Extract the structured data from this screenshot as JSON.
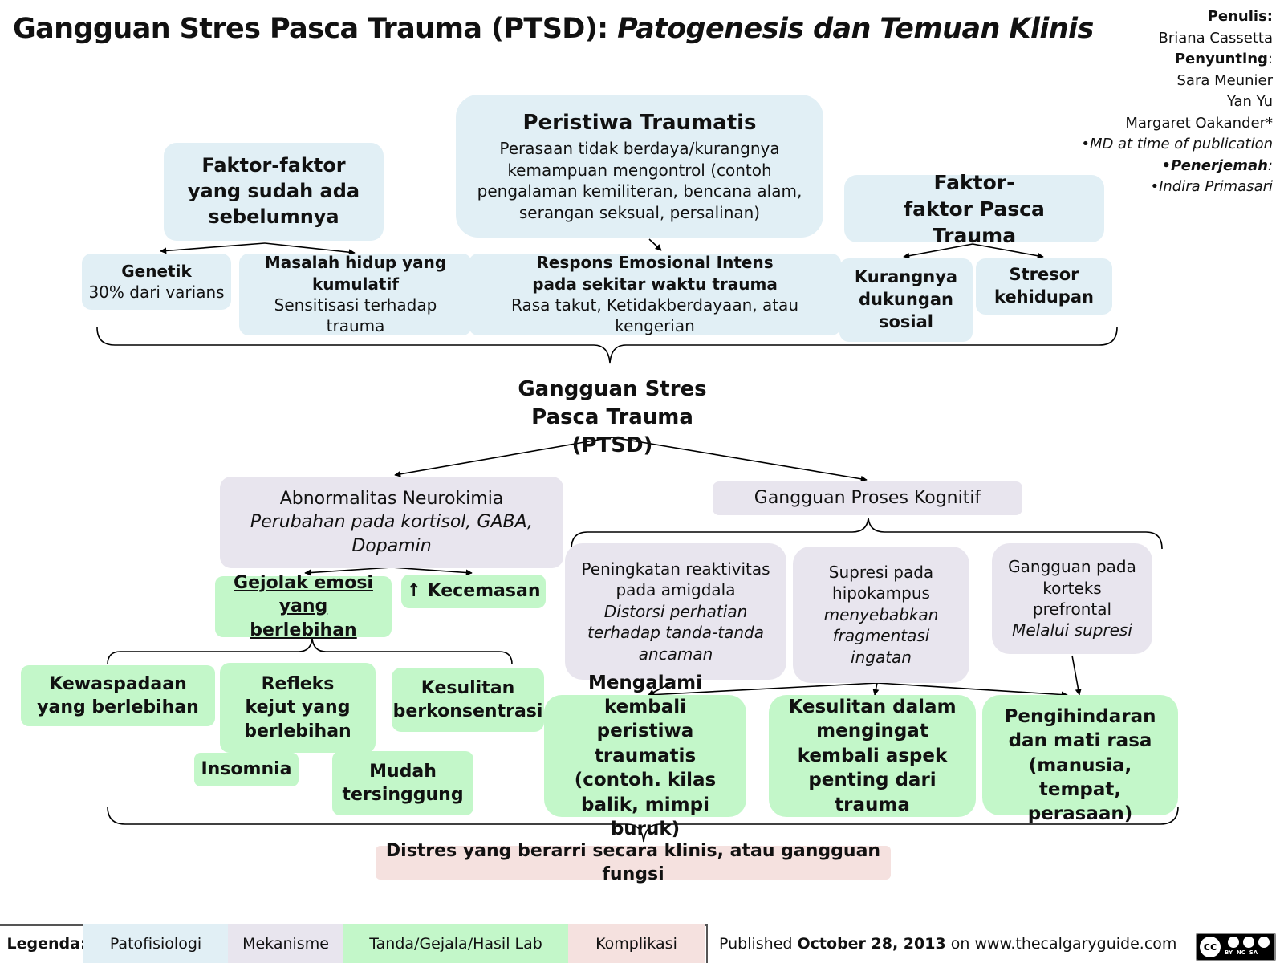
{
  "header": {
    "title_main": "Gangguan Stres Pasca Trauma (PTSD): ",
    "title_italic": "Patogenesis dan Temuan Klinis"
  },
  "credits": {
    "author_label": "Penulis:",
    "author": "Briana Cassetta",
    "editor_label": "Penyunting",
    "editor_colon": ":",
    "editors": [
      "Sara Meunier",
      "Yan Yu",
      "Margaret Oakander*"
    ],
    "md_note": "•MD at time of publication",
    "translator_label": "•Penerjemah",
    "translator_colon": ":",
    "translator": "•Indira Primasari"
  },
  "causes": {
    "preexisting": {
      "title": "Faktor-faktor yang sudah ada sebelumnya"
    },
    "genetic": {
      "title": "Genetik",
      "text": "30% dari varians"
    },
    "cumulative": {
      "title": "Masalah hidup yang kumulatif",
      "text": "Sensitisasi terhadap trauma"
    },
    "event": {
      "title": "Peristiwa Traumatis",
      "text": "Perasaan tidak berdaya/kurangnya kemampuan mengontrol (contoh pengalaman kemiliteran, bencana alam, serangan seksual, persalinan)"
    },
    "response": {
      "title": "Respons Emosional  Intens pada sekitar waktu trauma",
      "text": "Rasa takut, Ketidakberdayaan, atau kengerian"
    },
    "post": {
      "title": "Faktor-faktor Pasca Trauma"
    },
    "social": {
      "title": "Kurangnya dukungan sosial"
    },
    "stressor": {
      "title": "Stresor kehidupan"
    }
  },
  "ptsd": {
    "title": "Gangguan Stres Pasca Trauma (PTSD)"
  },
  "neuro": {
    "title": "Abnormalitas Neurokimia",
    "text": "Perubahan pada kortisol, GABA, Dopamin"
  },
  "cognitive": {
    "title": "Gangguan Proses Kognitif"
  },
  "mechanisms": {
    "amygdala": {
      "title": "Peningkatan reaktivitas pada amigdala",
      "text": "Distorsi perhatian terhadap tanda-tanda ancaman"
    },
    "hippocampus": {
      "title": "Supresi pada hipokampus",
      "text": "menyebabkan fragmentasi ingatan"
    },
    "prefrontal": {
      "title": "Gangguan pada korteks prefrontal",
      "text": "Melalui supresi"
    }
  },
  "signs": {
    "emotion": "Gejolak emosi yang berlebihan",
    "anxiety": "↑ Kecemasan",
    "vigilance": "Kewaspadaan yang berlebihan",
    "startle": "Refleks kejut yang berlebihan",
    "concentration": "Kesulitan berkonsentrasi",
    "insomnia": "Insomnia",
    "irritable": "Mudah tersinggung",
    "reexperience": "Mengalami kembali peristiwa traumatis (contoh. kilas balik, mimpi buruk)",
    "recall": "Kesulitan dalam mengingat kembali aspek penting dari trauma",
    "avoidance": "Pengihindaran dan mati rasa (manusia, tempat, perasaan)"
  },
  "complication": {
    "title": "Distres yang berarri secara klinis, atau gangguan fungsi"
  },
  "legend": {
    "label": "Legenda:",
    "items": [
      "Patofisiologi",
      "Mekanisme",
      "Tanda/Gejala/Hasil Lab",
      "Komplikasi"
    ],
    "published_prefix": "Published ",
    "published_date": "October 28, 2013",
    "published_suffix": " on www.thecalgaryguide.com",
    "cc_text": "cc",
    "cc_terms": "BY  NC  SA"
  },
  "colors": {
    "pathophysiology": "#e1eff5",
    "mechanism": "#e8e5ee",
    "sign": "#c3f7c9",
    "complication": "#f5e1df"
  }
}
